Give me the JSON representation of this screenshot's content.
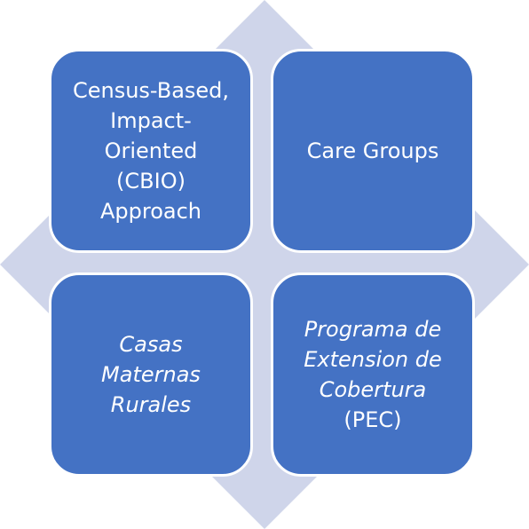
{
  "diagram": {
    "colors": {
      "box_fill": "#4472c4",
      "box_border": "#ffffff",
      "diamond_fill": "#cfd5ea",
      "text": "#ffffff"
    },
    "quadrants": [
      {
        "label": "Census-Based, Impact-Oriented (CBIO) Approach",
        "lines": [
          "Census-Based,",
          "Impact-",
          "Oriented",
          "(CBIO)",
          "Approach"
        ],
        "italic": false
      },
      {
        "label": "Care Groups",
        "lines": [
          "Care Groups"
        ],
        "italic": false
      },
      {
        "label": "Casas Maternas Rurales",
        "lines": [
          "Casas",
          "Maternas",
          "Rurales"
        ],
        "italic": true
      },
      {
        "label": "Programa de Extension de Cobertura (PEC)",
        "lines": [
          "Programa de",
          "Extension de",
          "Cobertura",
          "(PEC)"
        ],
        "italic_lines": [
          true,
          true,
          true,
          false
        ]
      }
    ]
  }
}
